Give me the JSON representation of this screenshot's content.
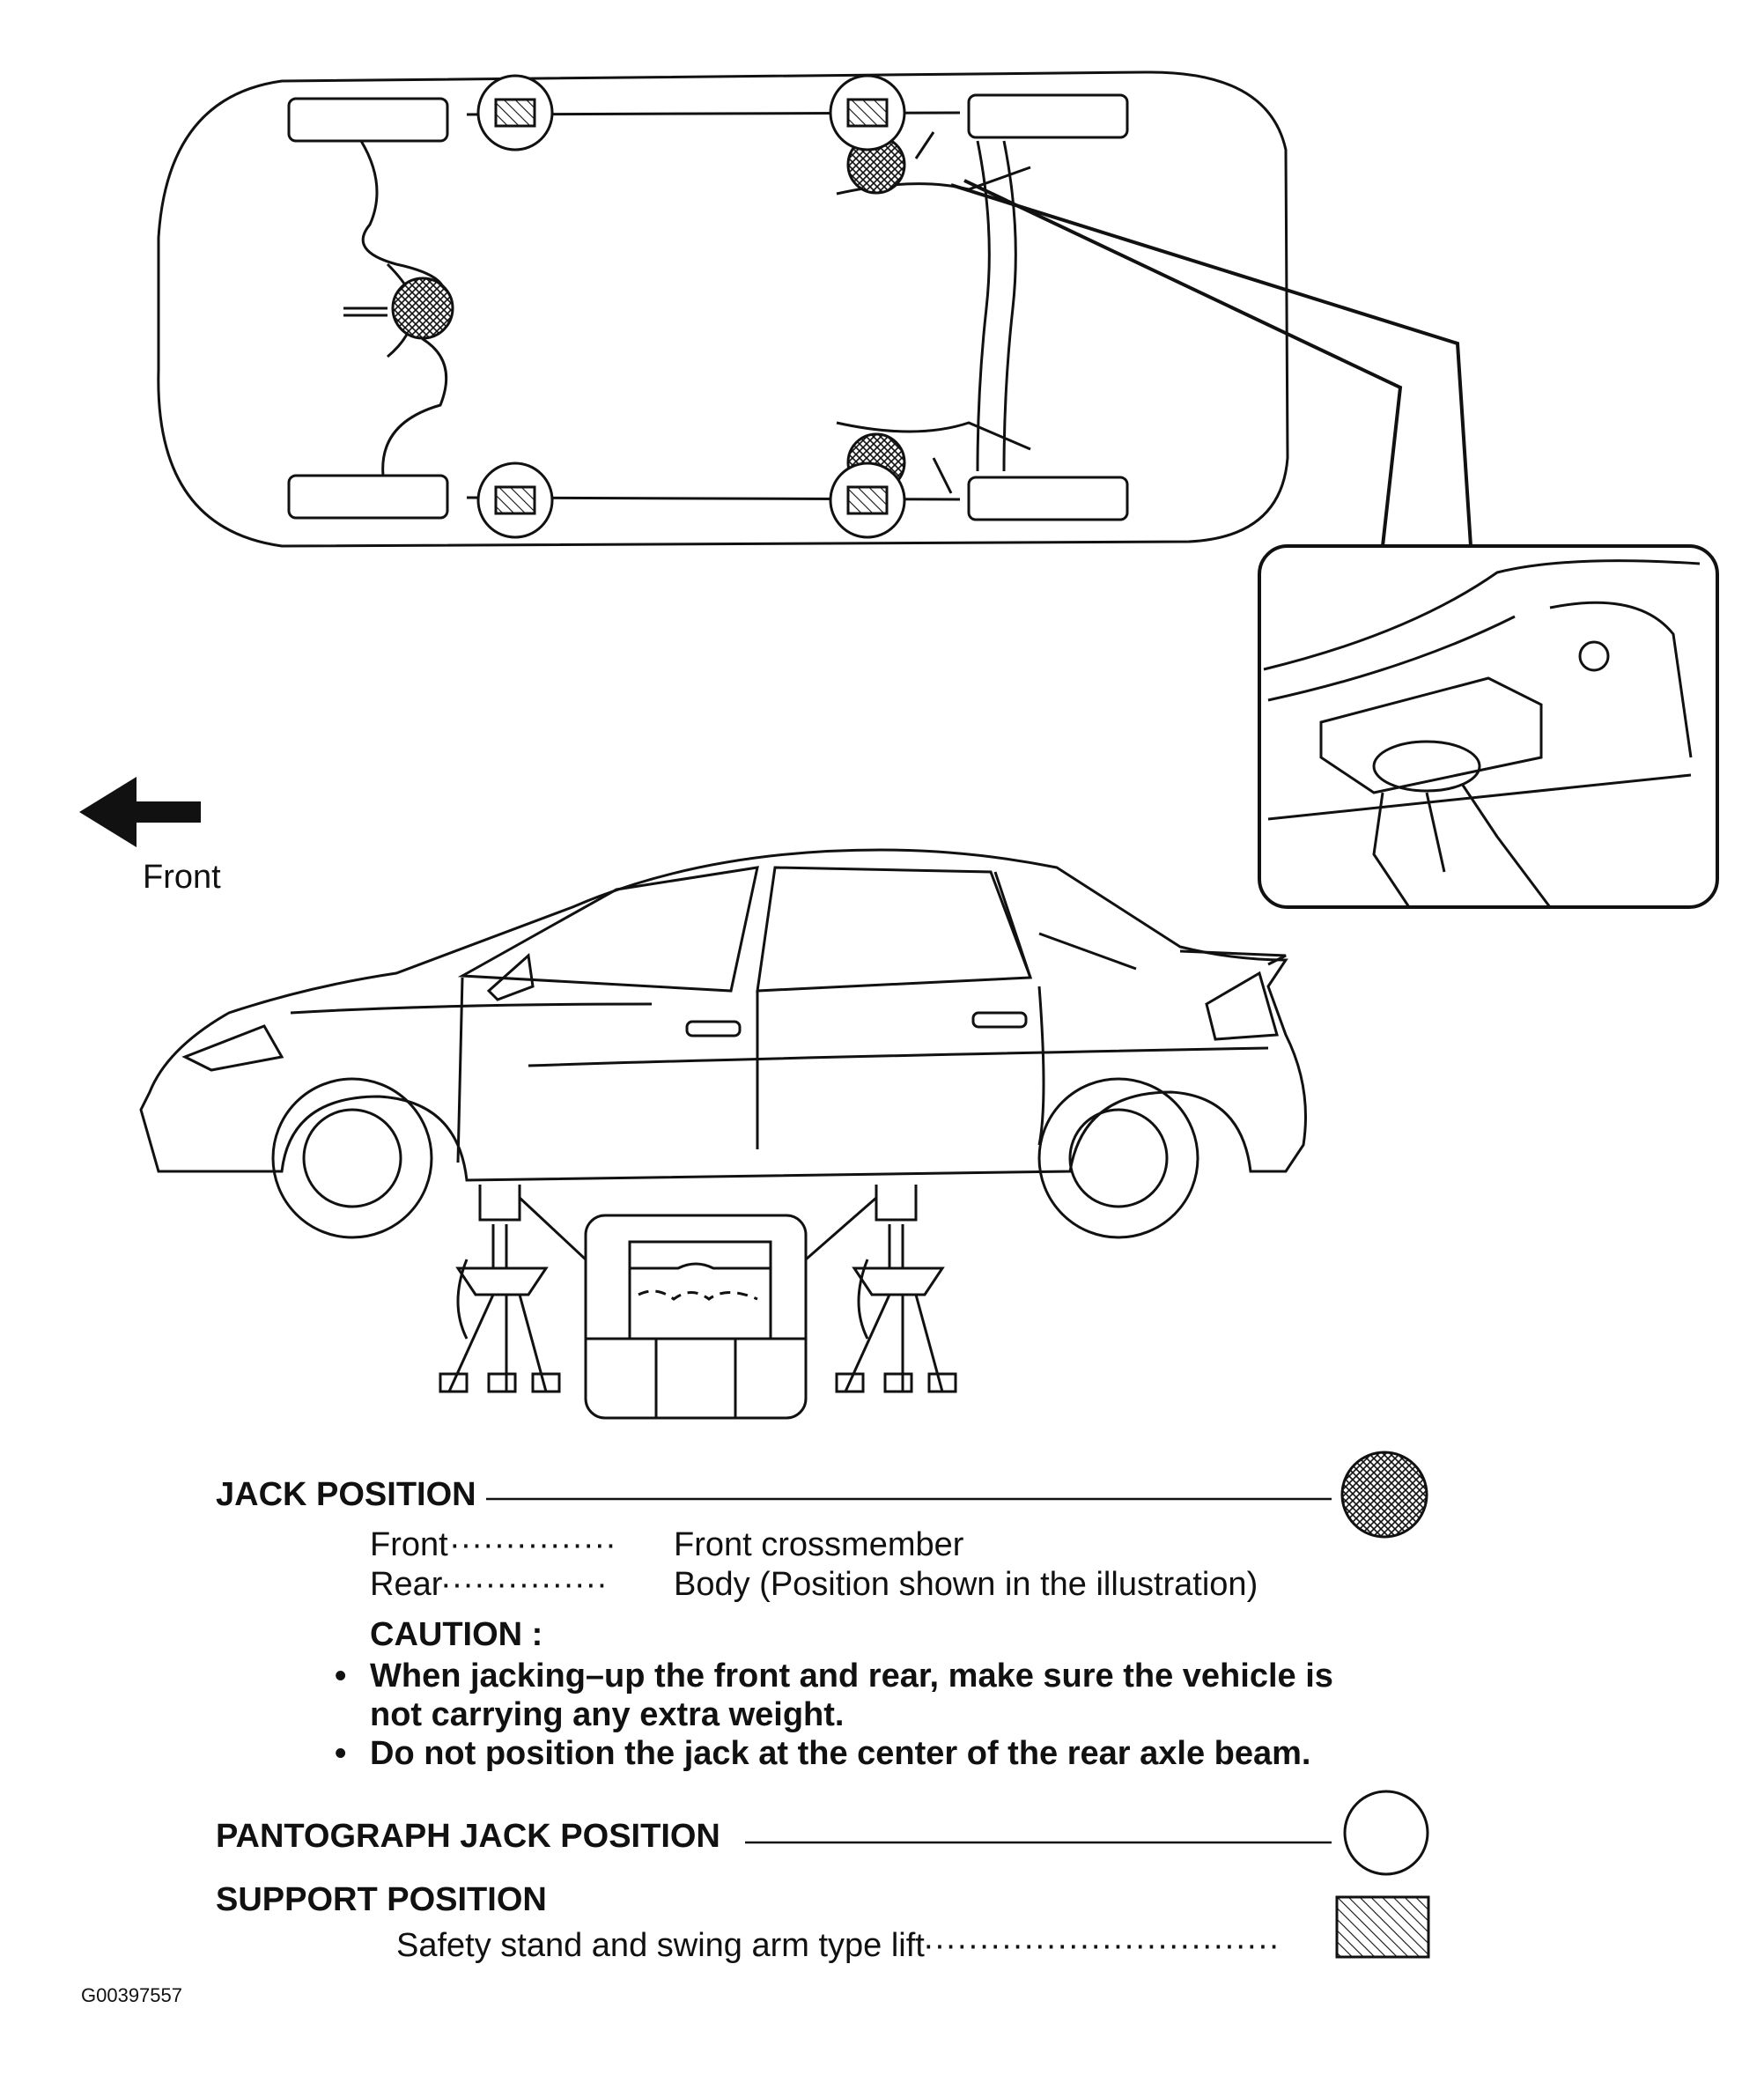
{
  "direction": {
    "label": "Front",
    "icon": "arrow-left-icon"
  },
  "legend": {
    "jack_position": {
      "title": "JACK POSITION",
      "icon": "crosshatch-circle-icon",
      "rows": [
        {
          "key": "Front",
          "dots": "···············",
          "value": "Front crossmember"
        },
        {
          "key": "Rear",
          "dots": "···············",
          "value": "Body (Position shown in the illustration)"
        }
      ]
    },
    "caution": {
      "title": "CAUTION :",
      "items": [
        {
          "line1": "When jacking–up the front and rear, make sure the vehicle is",
          "line2": "not carrying any extra weight."
        },
        {
          "line1": "Do not position the jack at the center of the rear axle beam.",
          "line2": ""
        }
      ]
    },
    "pantograph": {
      "title": "PANTOGRAPH JACK POSITION",
      "icon": "open-circle-icon"
    },
    "support": {
      "title": "SUPPORT POSITION",
      "item": "Safety stand and swing arm type lift",
      "dots": "································",
      "icon": "hatched-square-icon"
    }
  },
  "figure_id": "G00397557"
}
